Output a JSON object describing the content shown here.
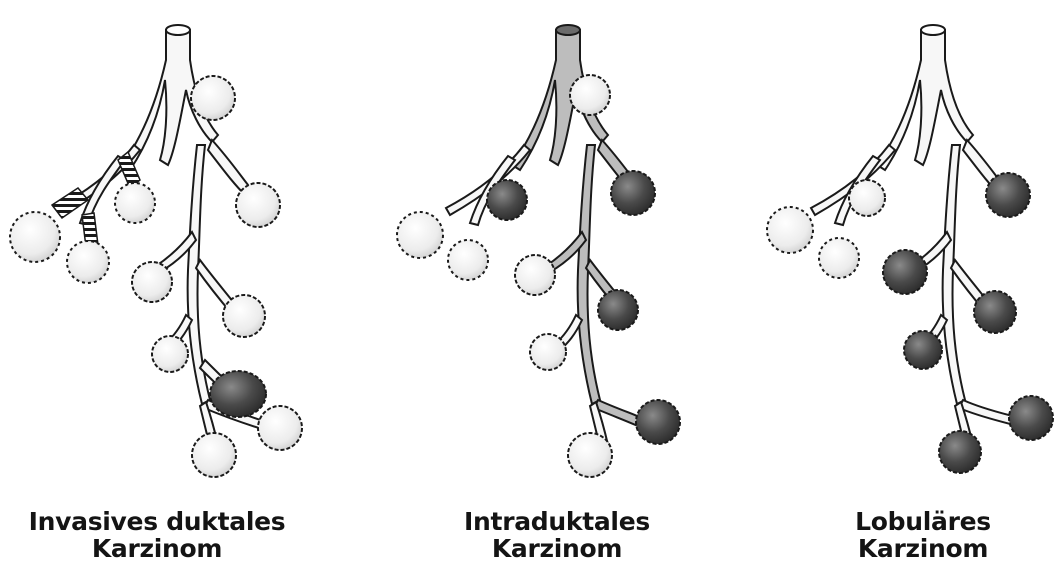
{
  "panels": [
    {
      "caption_line1": "Invasives duktales",
      "caption_line2": "Karzinom"
    },
    {
      "caption_line1": "Intraduktales",
      "caption_line2": "Karzinom"
    },
    {
      "caption_line1": "Lobuläres",
      "caption_line2": "Karzinom"
    }
  ],
  "colors": {
    "outline": "#1a1a1a",
    "duct_plain": "#f7f7f7",
    "duct_filled": "#bdbdbd",
    "lobule_normal": "#f2f2f2",
    "lobule_carcinoma": "#4a4a4a",
    "background": "#ffffff"
  }
}
